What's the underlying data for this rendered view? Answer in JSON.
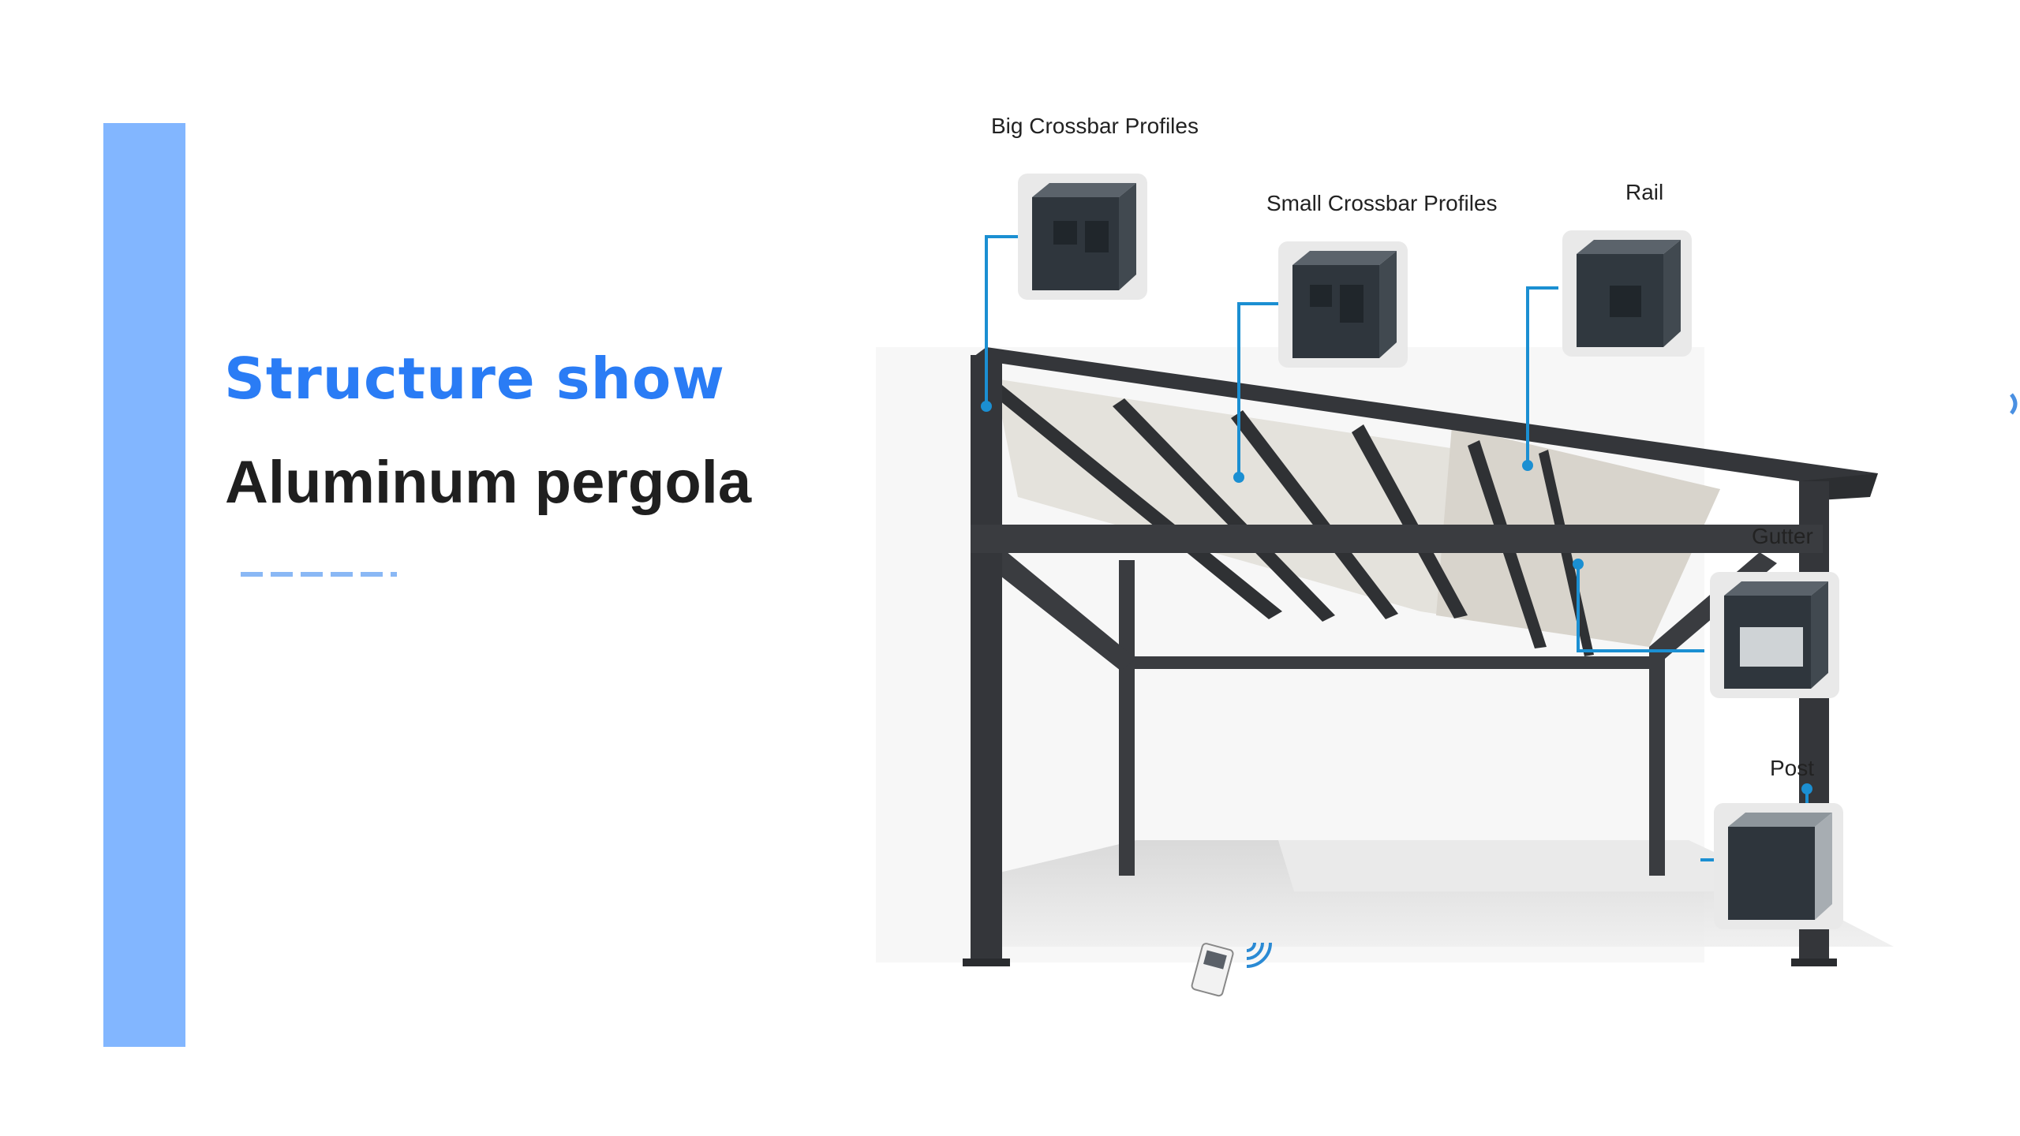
{
  "slide": {
    "title": "Structure show",
    "subtitle": "Aluminum pergola"
  },
  "callouts": {
    "big_crossbar": "Big Crossbar Profiles",
    "small_crossbar": "Small Crossbar Profiles",
    "rail": "Rail",
    "gutter": "Gutter",
    "post": "Post"
  },
  "icons": {
    "remote": "remote-control-icon",
    "signal": "wireless-signal-icon"
  },
  "colors": {
    "accent_bar": "#82b6ff",
    "title": "#2a7cf5",
    "leader_line": "#1b8fd2",
    "frame": "#3a3c40"
  }
}
